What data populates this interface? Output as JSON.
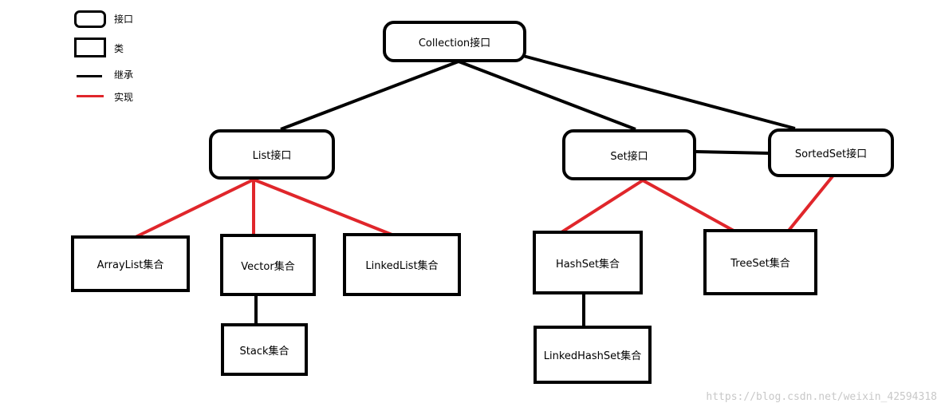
{
  "legend": {
    "interface": "接口",
    "class": "类",
    "inherit": "继承",
    "implement": "实现"
  },
  "colors": {
    "inherit": "#000000",
    "implement": "#e0262b"
  },
  "nodes": {
    "collection": "Collection接口",
    "list": "List接口",
    "set": "Set接口",
    "sortedset": "SortedSet接口",
    "arraylist": "ArrayList集合",
    "vector": "Vector集合",
    "linkedlist": "LinkedList集合",
    "stack": "Stack集合",
    "hashset": "HashSet集合",
    "treeset": "TreeSet集合",
    "linkedhashset": "LinkedHashSet集合"
  },
  "relations": [
    {
      "from": "collection",
      "to": "list",
      "type": "inherit"
    },
    {
      "from": "collection",
      "to": "set",
      "type": "inherit"
    },
    {
      "from": "collection",
      "to": "sortedset",
      "type": "inherit"
    },
    {
      "from": "set",
      "to": "sortedset",
      "type": "inherit"
    },
    {
      "from": "vector",
      "to": "stack",
      "type": "inherit"
    },
    {
      "from": "hashset",
      "to": "linkedhashset",
      "type": "inherit"
    },
    {
      "from": "list",
      "to": "arraylist",
      "type": "implement"
    },
    {
      "from": "list",
      "to": "vector",
      "type": "implement"
    },
    {
      "from": "list",
      "to": "linkedlist",
      "type": "implement"
    },
    {
      "from": "set",
      "to": "hashset",
      "type": "implement"
    },
    {
      "from": "set",
      "to": "treeset",
      "type": "implement"
    },
    {
      "from": "sortedset",
      "to": "treeset",
      "type": "implement"
    }
  ],
  "watermark": "https://blog.csdn.net/weixin_42594318"
}
